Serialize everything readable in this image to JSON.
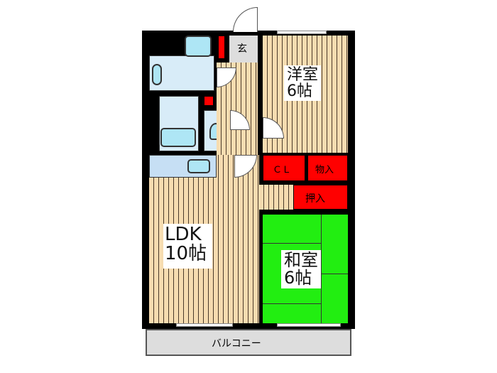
{
  "rooms": {
    "western": {
      "name": "洋室",
      "size": "6帖"
    },
    "ldk": {
      "name": "LDK",
      "size": "10帖"
    },
    "japanese": {
      "name": "和室",
      "size": "6帖"
    },
    "entrance": {
      "name": "玄"
    },
    "closet": {
      "name": "ＣＬ"
    },
    "storage": {
      "name": "物入"
    },
    "oshiire": {
      "name": "押入"
    },
    "balcony": {
      "name": "バルコニー"
    }
  },
  "colors": {
    "wall": "#000000",
    "floor": "#f6dcb0",
    "tatami": "#22ee11",
    "storage": "#ff0000",
    "wet_area": "#d8ecf8"
  }
}
